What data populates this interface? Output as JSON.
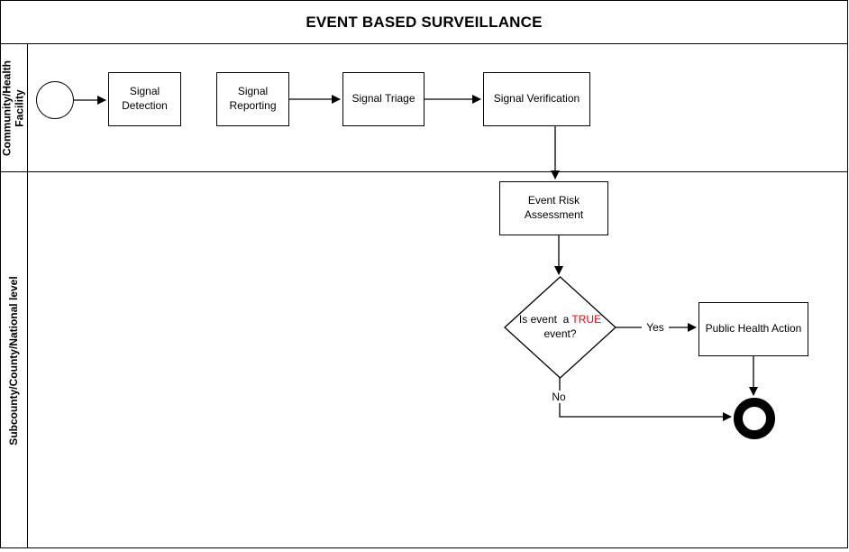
{
  "title": "EVENT BASED SURVEILLANCE",
  "colors": {
    "stroke": "#000000",
    "background": "#FFFFFF",
    "highlight_red": "#FF0000"
  },
  "lanes": [
    {
      "label": "Community/Health Facility"
    },
    {
      "label": "Subcounty/County/National level"
    }
  ],
  "process": {
    "start_event": {
      "type": "start-circle"
    },
    "end_event": {
      "type": "end-circle-thick"
    },
    "tasks": {
      "signal_detection": "Signal Detection",
      "signal_reporting": "Signal Reporting",
      "signal_triage": "Signal Triage",
      "signal_verification": "Signal Verification",
      "event_risk_assessment": "Event Risk Assessment",
      "public_health_action": "Public Health Action"
    },
    "decision": {
      "line1_prefix": "Is event  a ",
      "line1_highlight": "TRUE",
      "line2": "event?"
    }
  },
  "edge_labels": {
    "yes": "Yes",
    "no": "No"
  }
}
